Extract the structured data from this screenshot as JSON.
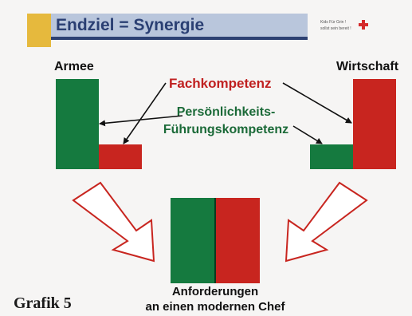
{
  "header": {
    "title": "Endziel = Synergie",
    "logo_line1": "Kids Für Grin !",
    "logo_line2": "sollst sein bereit !"
  },
  "labels": {
    "left_group": "Armee",
    "right_group": "Wirtschaft",
    "red_term": "Fachkompetenz",
    "green_term_line1": "Persönlichkeits-",
    "green_term_line2": "Führungskompetenz",
    "result_line1": "Anforderungen",
    "result_line2": "an einen modernen Chef",
    "figure": "Grafik 5"
  },
  "colors": {
    "green": "#157a3f",
    "red": "#c8251f",
    "header_blue": "#2a3f73",
    "header_yellow": "#e6b93d"
  }
}
